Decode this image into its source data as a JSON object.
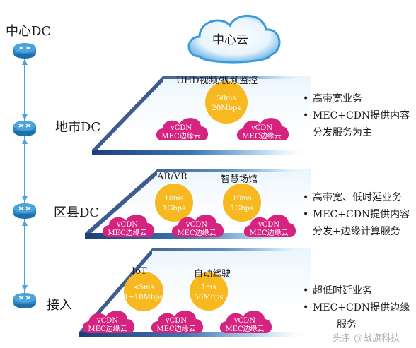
{
  "cloud_label": "中心云",
  "left_column": {
    "labels": [
      "中心DC",
      "地市DC",
      "区县DC",
      "接入"
    ]
  },
  "layers": [
    {
      "tags": [
        "UHD视频/视频监控"
      ],
      "circles": [
        {
          "line1": "50ms",
          "line2": "20Mbps"
        }
      ],
      "clouds": [
        {
          "line1": "vCDN",
          "line2": "MEC边缘云"
        },
        {
          "line1": "vCDN",
          "line2": "MEC边缘云"
        }
      ],
      "bullets": [
        "高带宽业务",
        "MEC+CDN提供内容",
        "分发服务为主"
      ]
    },
    {
      "tags": [
        "AR/VR",
        "智慧场馆"
      ],
      "circles": [
        {
          "line1": "10ms",
          "line2": "1Gbps"
        },
        {
          "line1": "10ms",
          "line2": "1Gbps"
        }
      ],
      "clouds": [
        {
          "line1": "vCDN",
          "line2": "MEC边缘云"
        },
        {
          "line1": "vCDN",
          "line2": "MEC边缘云"
        },
        {
          "line1": "vCDN",
          "line2": "MEC边缘云"
        }
      ],
      "bullets": [
        "高带宽、低时延业务",
        "MEC+CDN提供内容",
        "分发+边缘计算服务"
      ]
    },
    {
      "tags": [
        "IoT",
        "自动驾驶"
      ],
      "circles": [
        {
          "line1": "<5ms",
          "line2": "1~10Mbps"
        },
        {
          "line1": "1ms",
          "line2": "50Mbps"
        }
      ],
      "clouds": [
        {
          "line1": "vCDN",
          "line2": "MEC边缘云"
        },
        {
          "line1": "vCDN",
          "line2": "MEC边缘云"
        },
        {
          "line1": "vCDN",
          "line2": "MEC边缘云"
        }
      ],
      "bullets": [
        "超低时延业务",
        "MEC+CDN提供边缘",
        "服务"
      ]
    }
  ],
  "bullet_symbol": "•",
  "watermark": "头条 @战旗科技",
  "colors": {
    "router": "#2f86c4",
    "link": "#4aa3dc",
    "cloud_pink": "#d6237f",
    "circle_yellow": "#f7b820",
    "platform_dark": "#2b4f8f",
    "platform_light": "#dff0fb"
  }
}
